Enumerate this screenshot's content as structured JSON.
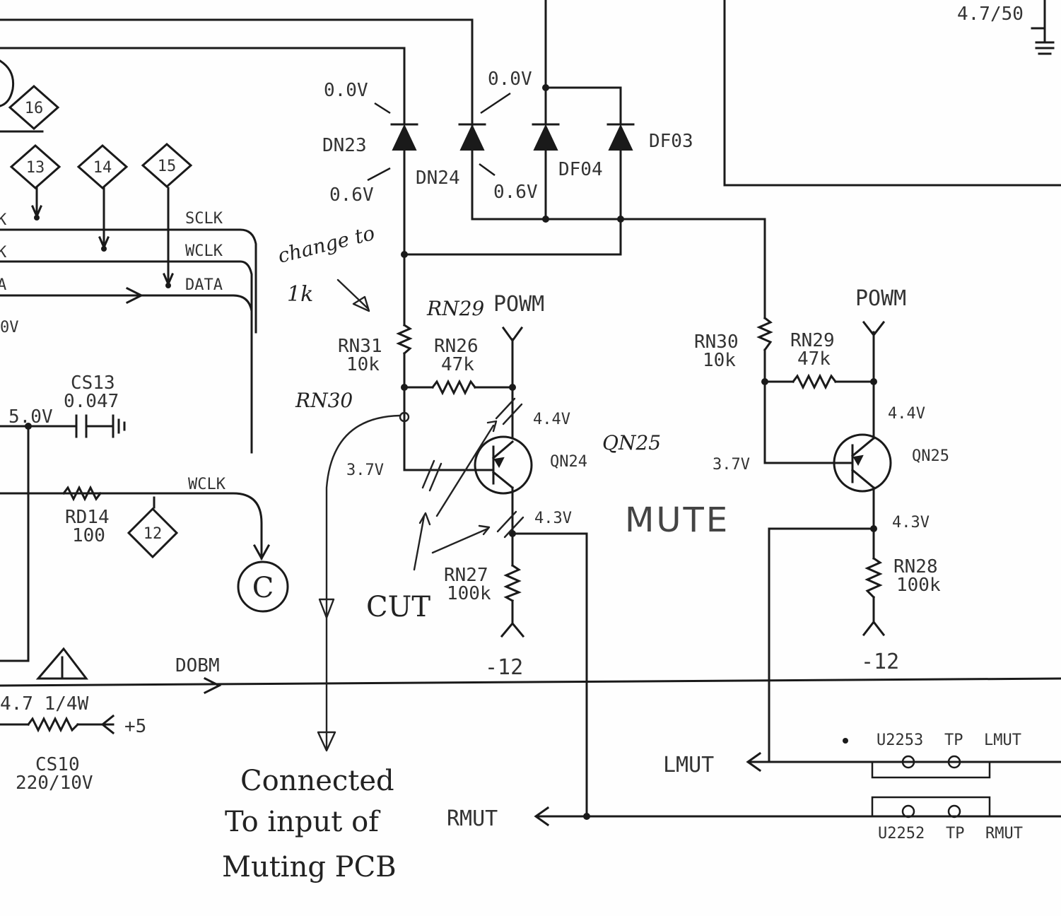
{
  "diagram": {
    "diamonds": {
      "d16": "16",
      "d13": "13",
      "d14": "14",
      "d15": "15",
      "d12": "12"
    },
    "connector_c": "C",
    "signals": {
      "sclk": "SCLK",
      "wclk": "WCLK",
      "data": "DATA",
      "wclk2": "WCLK",
      "dobm": "DOBM",
      "lmut": "LMUT",
      "rmut": "RMUT",
      "left_k1": "K",
      "left_k2": "K",
      "left_a": "A",
      "left_0v": "0V"
    },
    "voltages": {
      "dn23_top": "0.0V",
      "dn23_bot": "0.6V",
      "dn24_top": "0.0V",
      "dn24_bot": "0.6V",
      "qn24_c": "4.4V",
      "qn24_b": "3.7V",
      "qn24_e": "4.3V",
      "qn25_c": "4.4V",
      "qn25_b": "3.7V",
      "qn25_e": "4.3V",
      "cs13_node": "5.0V"
    },
    "parts": {
      "dn23": "DN23",
      "dn24": "DN24",
      "df04": "DF04",
      "df03": "DF03",
      "rn31_name": "RN31",
      "rn31_val": "10k",
      "rn26_name": "RN26",
      "rn26_val": "47k",
      "rn27_name": "RN27",
      "rn27_val": "100k",
      "rn30_name": "RN30",
      "rn30_val": "10k",
      "rn29_name": "RN29",
      "rn29_val": "47k",
      "rn28_name": "RN28",
      "rn28_val": "100k",
      "qn24": "QN24",
      "qn25": "QN25",
      "cs13_name": "CS13",
      "cs13_val": "0.047",
      "rd14_name": "RD14",
      "rd14_val": "100",
      "r47": "4.7 1/4W",
      "plus5": "+5",
      "cs10_name": "CS10",
      "cs10_val": "220/10V",
      "topright_val": "4.7/50",
      "u2253": "U2253",
      "tp1": "TP",
      "lmut_tp": "LMUT",
      "u2252": "U2252",
      "tp2": "TP",
      "rmut_tp": "RMUT"
    },
    "rails": {
      "powm1": "POWM",
      "powm2": "POWM",
      "neg1": "-12",
      "neg2": "-12"
    },
    "block_label": "MUTE",
    "handwritten": {
      "change_to": "change to",
      "one_k": "1k",
      "rn29": "RN29",
      "rn30": "RN30",
      "qn25": "QN25",
      "cut": "CUT",
      "note_line1": "Connected",
      "note_line2": "To input of",
      "note_line3": "Muting PCB"
    }
  }
}
